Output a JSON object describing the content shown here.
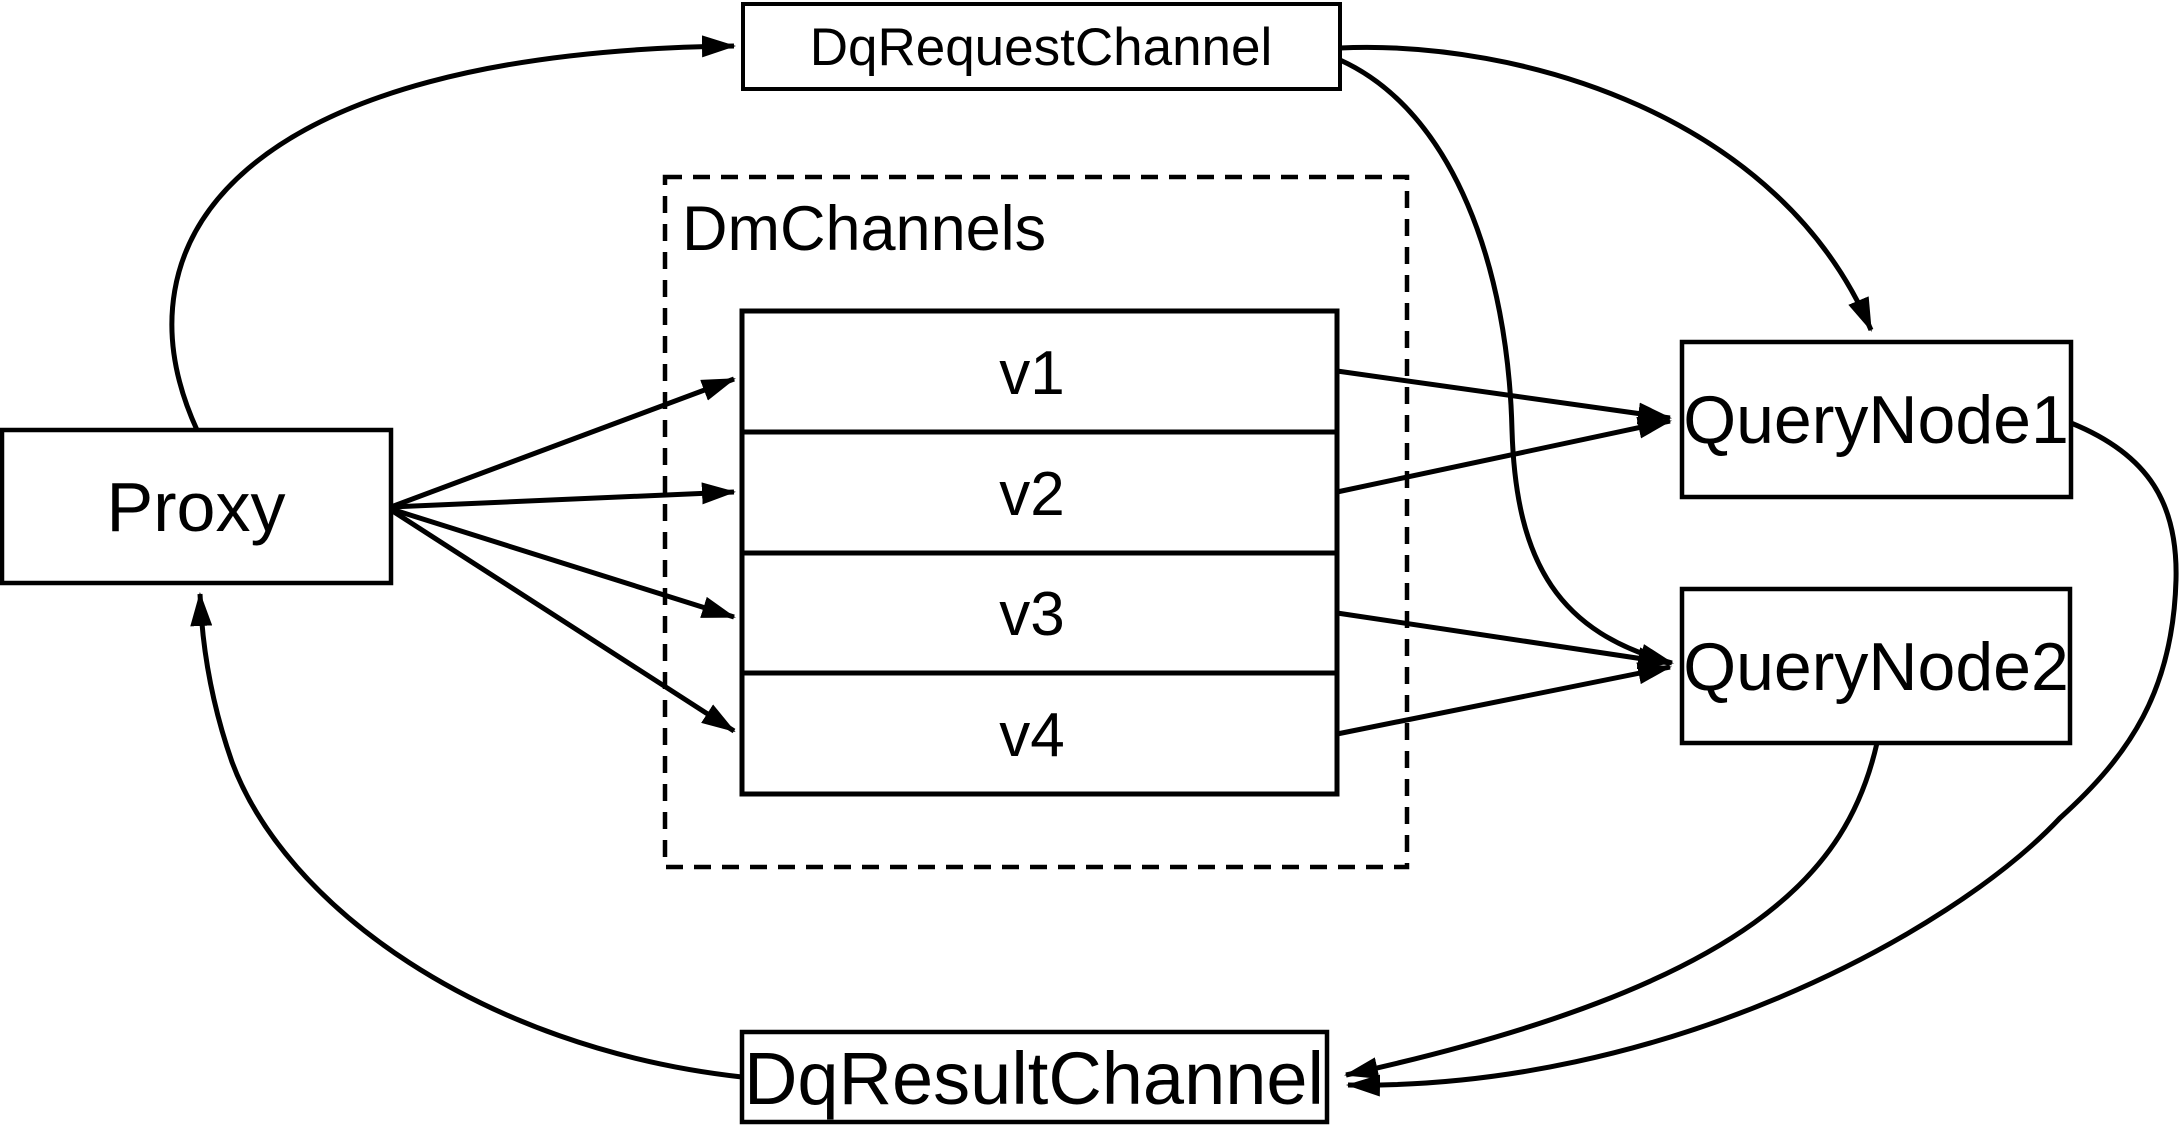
{
  "nodes": {
    "dq_request_channel": "DqRequestChannel",
    "dm_channels_group": "DmChannels",
    "channel_v1": "v1",
    "channel_v2": "v2",
    "channel_v3": "v3",
    "channel_v4": "v4",
    "proxy": "Proxy",
    "query_node_1": "QueryNode1",
    "query_node_2": "QueryNode2",
    "dq_result_channel": "DqResultChannel"
  },
  "edges": [
    {
      "from": "proxy",
      "to": "dq_request_channel"
    },
    {
      "from": "proxy",
      "to": "channel_v1"
    },
    {
      "from": "proxy",
      "to": "channel_v2"
    },
    {
      "from": "proxy",
      "to": "channel_v3"
    },
    {
      "from": "proxy",
      "to": "channel_v4"
    },
    {
      "from": "channel_v1",
      "to": "query_node_1"
    },
    {
      "from": "channel_v2",
      "to": "query_node_1"
    },
    {
      "from": "channel_v3",
      "to": "query_node_2"
    },
    {
      "from": "channel_v4",
      "to": "query_node_2"
    },
    {
      "from": "dq_request_channel",
      "to": "query_node_1"
    },
    {
      "from": "dq_request_channel",
      "to": "query_node_2"
    },
    {
      "from": "query_node_1",
      "to": "dq_result_channel"
    },
    {
      "from": "query_node_2",
      "to": "dq_result_channel"
    },
    {
      "from": "dq_result_channel",
      "to": "proxy"
    }
  ],
  "colors": {
    "line": "#000000",
    "text": "#000000",
    "background": "#ffffff",
    "box_fill": "#ffffff"
  }
}
